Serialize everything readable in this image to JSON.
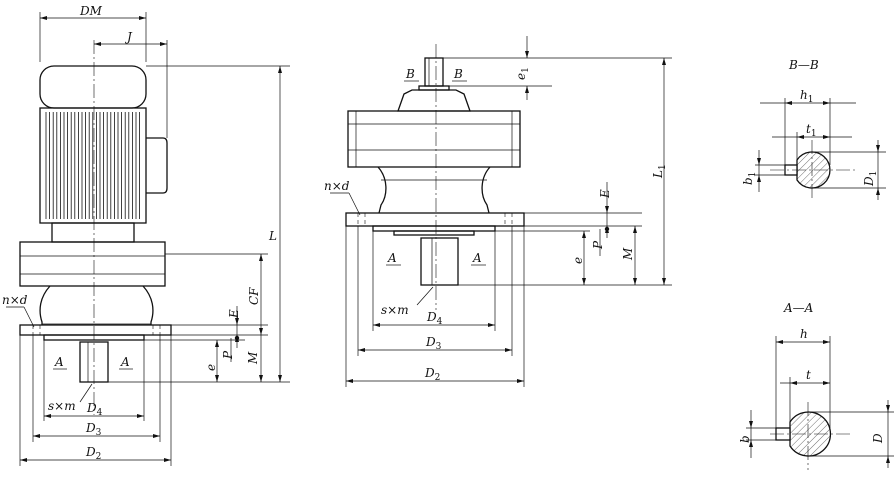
{
  "left_view": {
    "DM": "DM",
    "J": "J",
    "L": "L",
    "CF": "CF",
    "E": "E",
    "P": "P",
    "e": "e",
    "M": "M",
    "nd": "n×d",
    "A_left": "A",
    "A_right": "A",
    "sm": "s×m",
    "D4": "D4",
    "D3": "D3",
    "D2": "D2"
  },
  "middle_view": {
    "B_left": "B",
    "B_right": "B",
    "e1": "e1",
    "L1": "L1",
    "nd": "n×d",
    "E": "E",
    "P": "P",
    "e": "e",
    "M": "M",
    "A_left": "A",
    "A_right": "A",
    "sm": "s×m",
    "D4": "D4",
    "D3": "D3",
    "D2": "D2"
  },
  "section_bb": {
    "title": "B—B",
    "h1": "h1",
    "t1": "t1",
    "b1": "b1",
    "D1": "D1"
  },
  "section_aa": {
    "title": "A—A",
    "h": "h",
    "t": "t",
    "b": "b",
    "D": "D"
  }
}
